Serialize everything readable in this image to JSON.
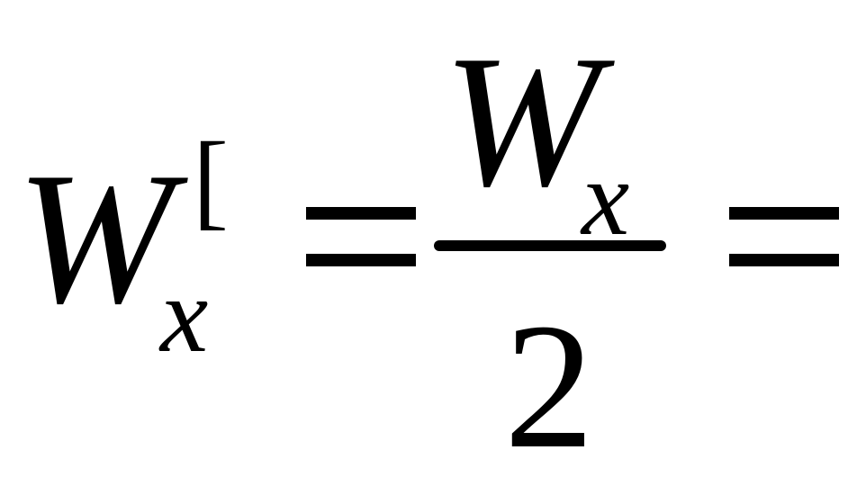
{
  "equation": {
    "lhs": {
      "symbol": "W",
      "subscript": "x",
      "superscript": "["
    },
    "equals_1": "=",
    "fraction": {
      "numerator_symbol": "W",
      "numerator_subscript": "x",
      "denominator": "2"
    },
    "equals_2": "="
  }
}
